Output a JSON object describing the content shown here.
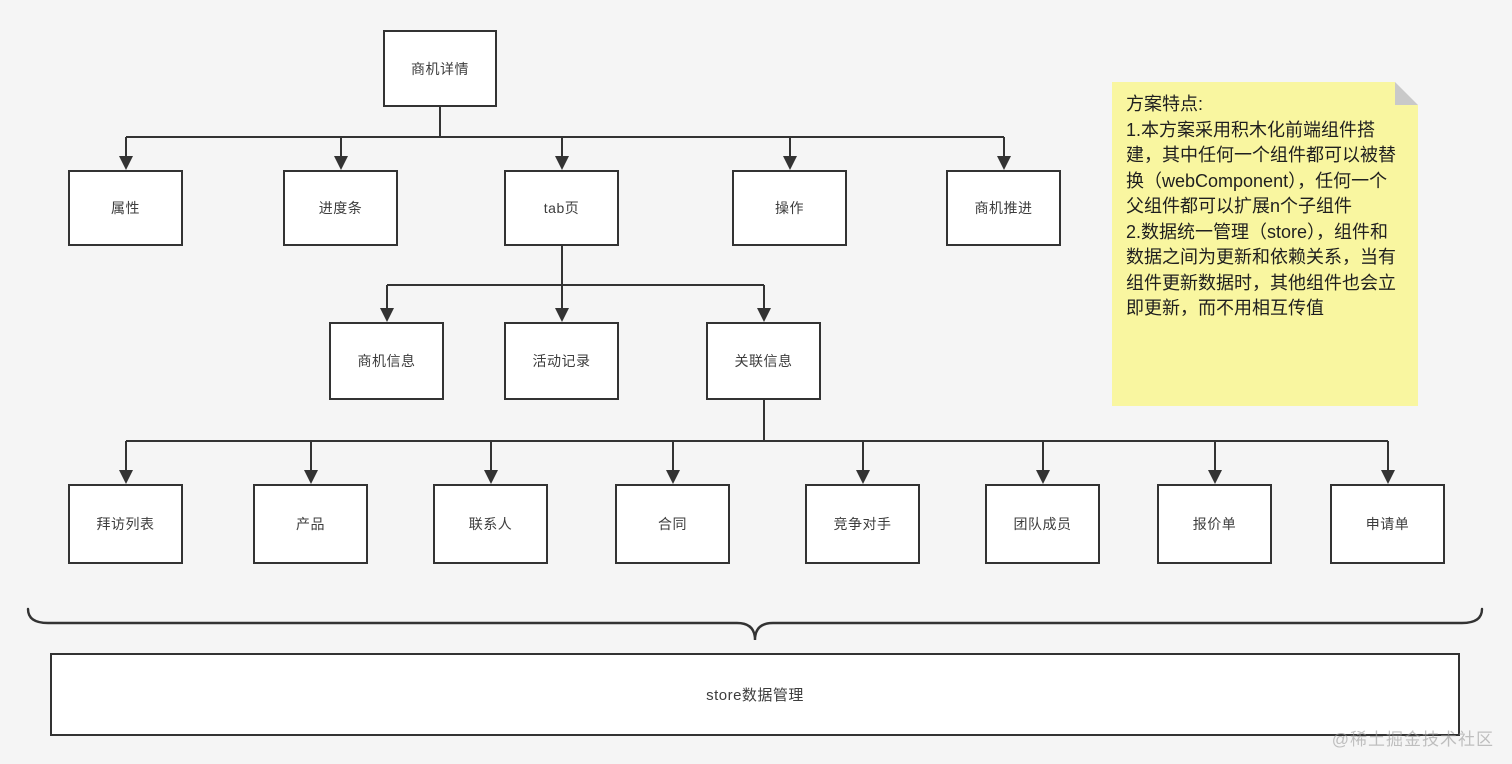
{
  "diagram": {
    "root": {
      "label": "商机详情"
    },
    "level2": [
      {
        "label": "属性"
      },
      {
        "label": "进度条"
      },
      {
        "label": "tab页"
      },
      {
        "label": "操作"
      },
      {
        "label": "商机推进"
      }
    ],
    "level3": [
      {
        "label": "商机信息"
      },
      {
        "label": "活动记录"
      },
      {
        "label": "关联信息"
      }
    ],
    "level4": [
      {
        "label": "拜访列表"
      },
      {
        "label": "产品"
      },
      {
        "label": "联系人"
      },
      {
        "label": "合同"
      },
      {
        "label": "竞争对手"
      },
      {
        "label": "团队成员"
      },
      {
        "label": "报价单"
      },
      {
        "label": "申请单"
      }
    ],
    "store": {
      "label": "store数据管理"
    }
  },
  "note": {
    "title": "方案特点:",
    "items": [
      "1.本方案采用积木化前端组件搭建，其中任何一个组件都可以被替换（webComponent），任何一个父组件都可以扩展n个子组件",
      "2.数据统一管理（store），组件和数据之间为更新和依赖关系，当有组件更新数据时，其他组件也会立即更新，而不用相互传值"
    ]
  },
  "watermark": "@稀土掘金技术社区",
  "colors": {
    "background": "#f5f5f5",
    "box_fill": "#ffffff",
    "box_border": "#333333",
    "line": "#333333",
    "note_background": "#f9f6a0",
    "note_fold": "#c9c9c9",
    "text": "#3d3d3d",
    "watermark": "#9b9b9b"
  }
}
